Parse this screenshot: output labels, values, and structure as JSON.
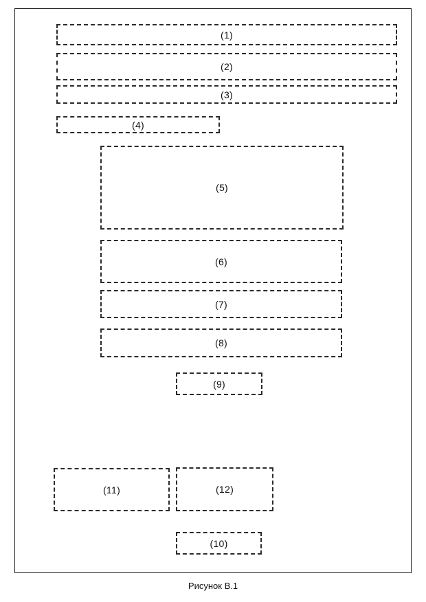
{
  "fields": {
    "f1": "(1)",
    "f2": "(2)",
    "f3": "(3)",
    "f4": "(4)",
    "f5": "(5)",
    "f6": "(6)",
    "f7": "(7)",
    "f8": "(8)",
    "f9": "(9)",
    "f10": "(10)",
    "f11": "(11)",
    "f12": "(12)"
  },
  "caption": "Рисунок В.1"
}
